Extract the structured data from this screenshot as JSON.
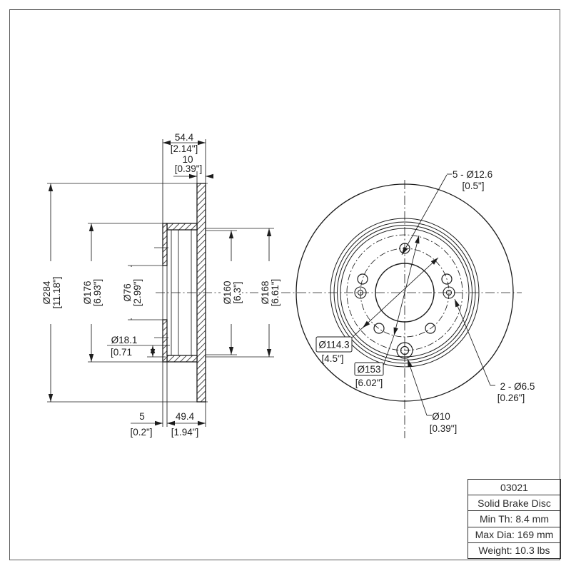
{
  "colors": {
    "line": "#1c1c1c",
    "page_border": "#595959",
    "background": "#ffffff"
  },
  "section_view": {
    "dim_width_total_mm": "54.4",
    "dim_width_total_in": "[2.14\"]",
    "dim_plate_thickness_mm": "10",
    "dim_plate_thickness_in": "[0.39\"]",
    "dim_outer_dia_mm": "Ø284",
    "dim_outer_dia_in": "[11.18\"]",
    "dim_hat_dia_mm": "Ø176",
    "dim_hat_dia_in": "[6.93\"]",
    "dim_bore_dia_mm": "Ø76",
    "dim_bore_dia_in": "[2.99\"]",
    "dim_pilot_mm": "Ø18.1",
    "dim_pilot_in": "[0.71",
    "dim_ring_inner_dia_mm": "Ø160",
    "dim_ring_inner_dia_in": "[6.3\"]",
    "dim_ring_outer_dia_mm": "Ø168",
    "dim_ring_outer_dia_in": "[6.61\"]",
    "dim_flange_offset_mm": "5",
    "dim_flange_offset_in": "[0.2\"]",
    "dim_hat_depth_mm": "49.4",
    "dim_hat_depth_in": "[1.94\"]"
  },
  "front_view": {
    "callout_lug_holes_line1": "5 - Ø12.6",
    "callout_lug_holes_line2": "[0.5\"]",
    "callout_bolt_circle_line1": "Ø114.3",
    "callout_bolt_circle_line2": "[4.5\"]",
    "callout_set_screw_circle_line1": "Ø153",
    "callout_set_screw_circle_line2": "[6.02\"]",
    "callout_center_hole_line1": "Ø10",
    "callout_center_hole_line2": "[0.39\"]",
    "callout_set_screw_holes_line1": "2 - Ø6.5",
    "callout_set_screw_holes_line2": "[0.26\"]"
  },
  "title_block": {
    "part_number": "03021",
    "part_type": "Solid Brake Disc",
    "min_thickness": "Min Th: 8.4 mm",
    "max_diameter": "Max Dia: 169 mm",
    "weight": "Weight: 10.3 lbs"
  }
}
